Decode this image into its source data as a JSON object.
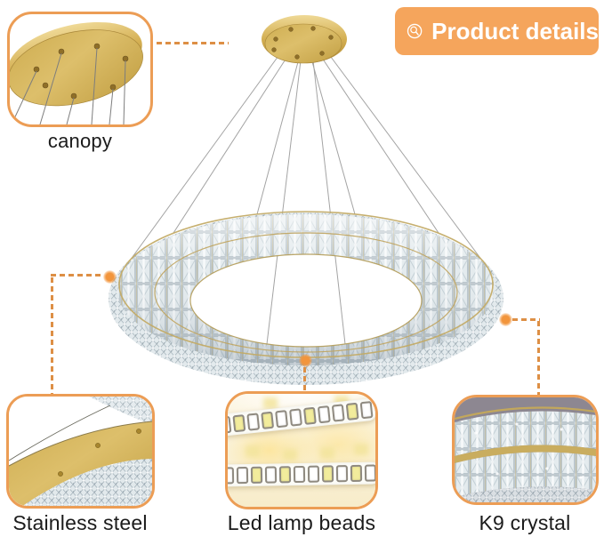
{
  "banner": {
    "label": "Product details",
    "icon": "magnifier-icon"
  },
  "callouts": {
    "canopy": {
      "label": "canopy"
    },
    "stainless": {
      "label": "Stainless steel"
    },
    "led": {
      "label": "Led lamp beads"
    },
    "k9": {
      "label": "K9 crystal"
    }
  },
  "colors": {
    "accent_border": "#EC9D55",
    "banner_bg": "#F5A55C",
    "banner_text": "#FFFFFF",
    "connector_dash": "#DD8F45",
    "connector_dot": "#F2953C",
    "label_text": "#1B1B1B",
    "gold": "#D2AE55",
    "k9_background": "#8D8791",
    "led_yellow": "#F2EC9C",
    "led_white": "#FFFFFF"
  },
  "led_strip": {
    "top_row": [
      "white",
      "yellow",
      "white",
      "yellow",
      "white",
      "white",
      "yellow",
      "white",
      "white",
      "yellow",
      "white"
    ],
    "bottom_row": [
      "white",
      "white",
      "yellow",
      "white",
      "yellow",
      "white",
      "white",
      "yellow",
      "white",
      "yellow",
      "white"
    ]
  }
}
